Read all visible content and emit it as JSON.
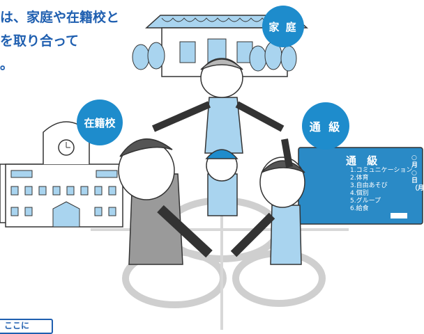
{
  "headline": {
    "line1": "は、家庭や在籍校と",
    "line2": "を取り合って",
    "line3": "。"
  },
  "bubbles": {
    "home": "家 庭",
    "school": "在籍校",
    "tsukyu": "通 級"
  },
  "board": {
    "title": "通 級",
    "items": [
      "1.コミュニケーション",
      "2.体育",
      "3.自由あそび",
      "4.個別",
      "5.グループ",
      "6.給食"
    ],
    "date": "○月○日（月）"
  },
  "footer": {
    "label": "ここに"
  },
  "colors": {
    "accent": "#1e8ccc",
    "headline": "#1f5fb0",
    "light_blue": "#a9d4ef",
    "board": "#2a8ac6"
  }
}
